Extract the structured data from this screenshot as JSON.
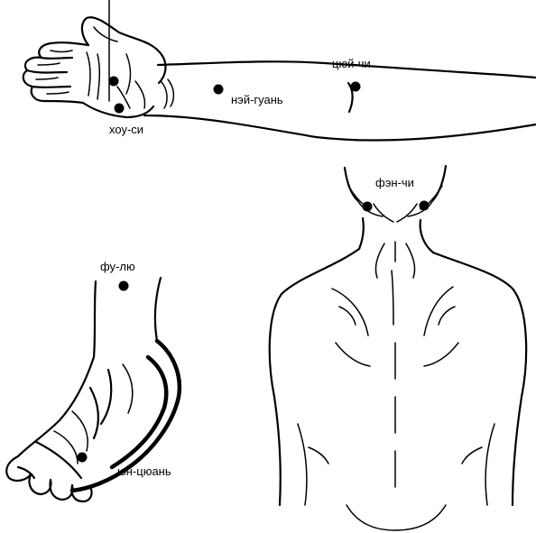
{
  "points": {
    "hou_si": "хоу-си",
    "nei_guan": "нэй-гуань",
    "tsyui_chi": "цюй-чи",
    "fen_chi": "фэн-чи",
    "fu_liu": "фу-лю",
    "yun_tsyuan": "юн-цюань"
  }
}
